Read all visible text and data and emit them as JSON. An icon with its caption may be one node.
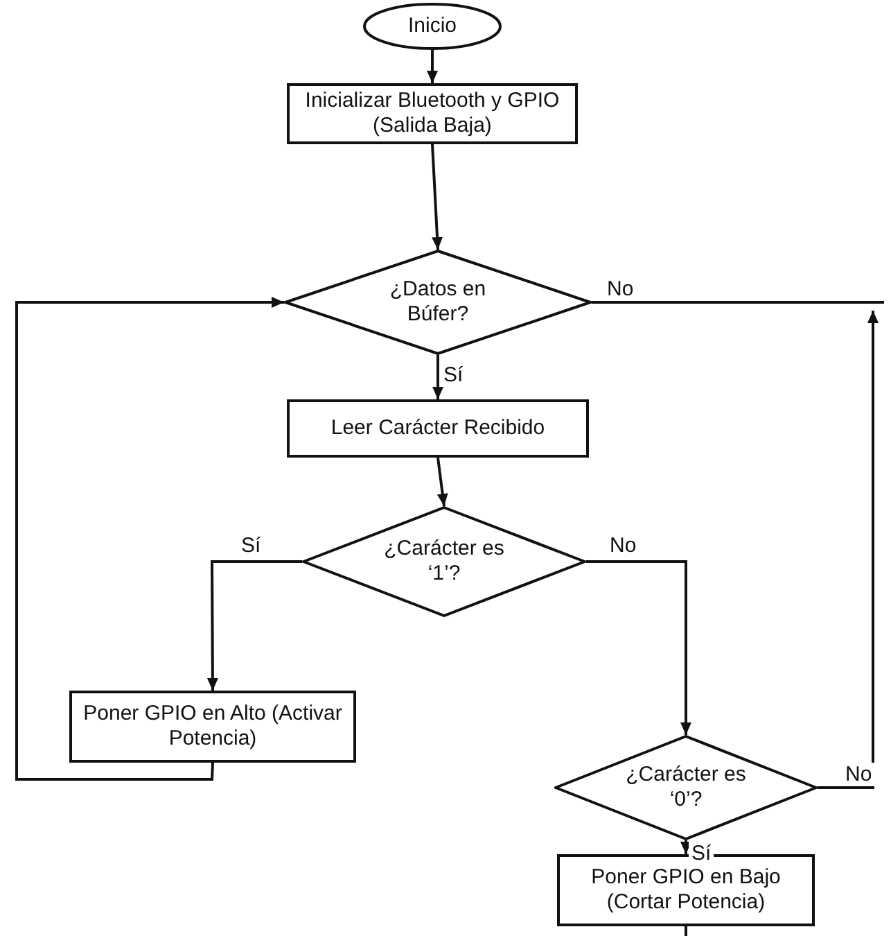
{
  "diagram": {
    "nodes": [
      {
        "text": [
          "Inicio"
        ]
      },
      {
        "text": [
          "Inicializar Bluetooth y GPIO (Salida Baja)"
        ]
      },
      {
        "text": [
          "¿Datos en Búfer?"
        ]
      },
      {
        "text": [
          "Leer Carácter Recibido"
        ]
      },
      {
        "text": [
          "¿Carácter es ‘1’?"
        ]
      },
      {
        "text": [
          "Poner GPIO en Alto (Activar Potencia)"
        ]
      },
      {
        "text": [
          "¿Carácter es ‘0’?"
        ]
      },
      {
        "text": [
          "Poner GPIO en Bajo (Cortar Potencia)"
        ]
      }
    ],
    "edges": [
      {
        "from": 0,
        "to": 1,
        "arrow": "to"
      },
      {
        "from": 1,
        "to": 2,
        "arrow": "to"
      },
      {
        "from": 2,
        "to": 3,
        "arrow": "to",
        "label": "Sí"
      },
      {
        "from": 3,
        "to": 4,
        "arrow": "to"
      },
      {
        "from": 4,
        "to": 5,
        "arrow": "to",
        "label": "Sí"
      },
      {
        "from": 4,
        "to": 6,
        "arrow": "to",
        "label": "No"
      },
      {
        "from": 6,
        "to": 7,
        "arrow": "to",
        "label": "Sí"
      },
      {
        "from": 5,
        "to": 2,
        "arrow": "to"
      },
      {
        "from": 2,
        "to": null,
        "arrow": "none",
        "label": "No"
      },
      {
        "from": 6,
        "to": null,
        "arrow": "to",
        "label": "No"
      },
      {
        "from": 7,
        "to": null,
        "arrow": "none"
      }
    ]
  }
}
